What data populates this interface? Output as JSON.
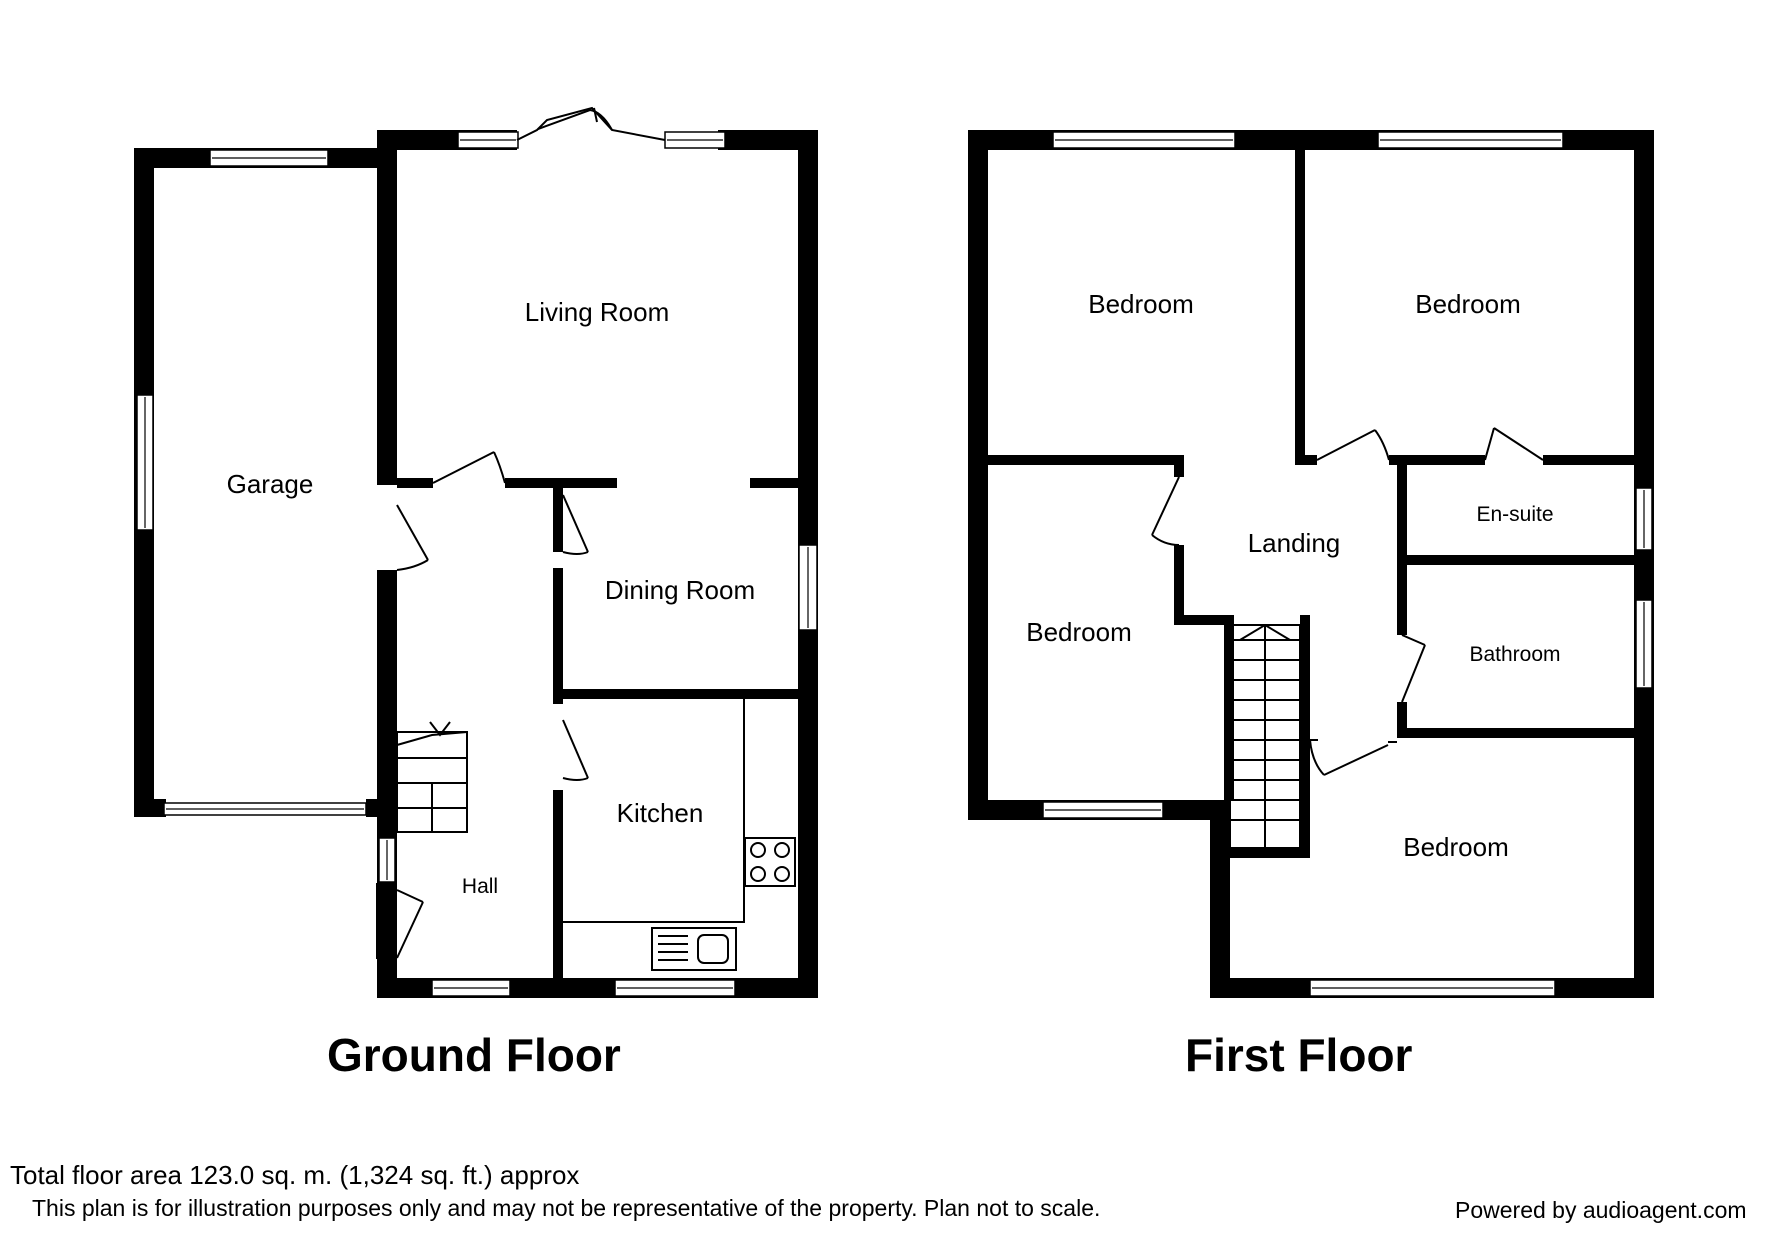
{
  "colors": {
    "wall": "#000000",
    "background": "#ffffff"
  },
  "ground_floor": {
    "title": "Ground Floor",
    "rooms": {
      "garage": "Garage",
      "living_room": "Living Room",
      "dining_room": "Dining Room",
      "kitchen": "Kitchen",
      "hall": "Hall"
    }
  },
  "first_floor": {
    "title": "First Floor",
    "rooms": {
      "bedroom_1": "Bedroom",
      "bedroom_2": "Bedroom",
      "bedroom_3": "Bedroom",
      "bedroom_4": "Bedroom",
      "landing": "Landing",
      "en_suite": "En-suite",
      "bathroom": "Bathroom"
    }
  },
  "footer": {
    "total_area": "Total floor area 123.0 sq. m. (1,324 sq. ft.) approx",
    "disclaimer": "This plan is for illustration purposes only and may not be representative of the property. Plan not to scale.",
    "powered_by": "Powered by audioagent.com"
  }
}
